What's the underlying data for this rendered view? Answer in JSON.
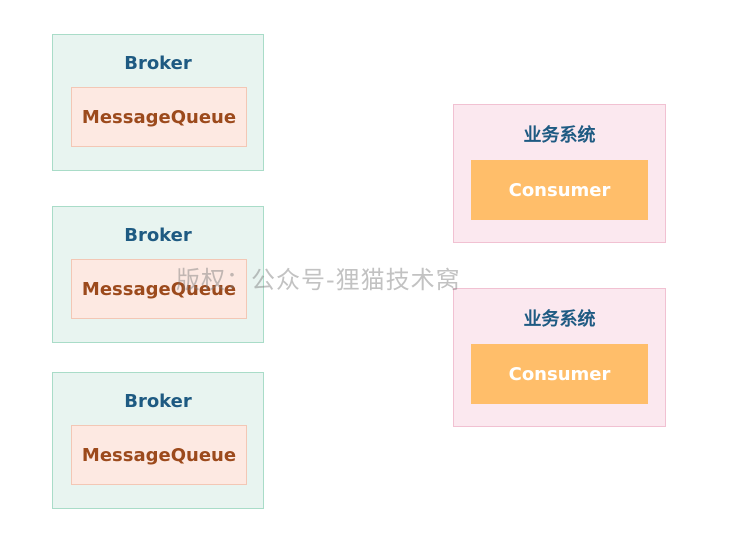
{
  "brokers": [
    {
      "title": "Broker",
      "queue": "MessageQueue"
    },
    {
      "title": "Broker",
      "queue": "MessageQueue"
    },
    {
      "title": "Broker",
      "queue": "MessageQueue"
    }
  ],
  "systems": [
    {
      "title": "业务系统",
      "consumer": "Consumer"
    },
    {
      "title": "业务系统",
      "consumer": "Consumer"
    }
  ],
  "watermark": "版权：公众号-狸猫技术窝",
  "colors": {
    "broker_bg": "#e8f4f0",
    "broker_border": "#a9dcc8",
    "queue_bg": "#fde9e2",
    "queue_text": "#9c4a1c",
    "system_bg": "#fbe8ef",
    "system_border": "#f1c1d2",
    "consumer_bg": "#ffbe6a",
    "title_text": "#1e5a82"
  }
}
